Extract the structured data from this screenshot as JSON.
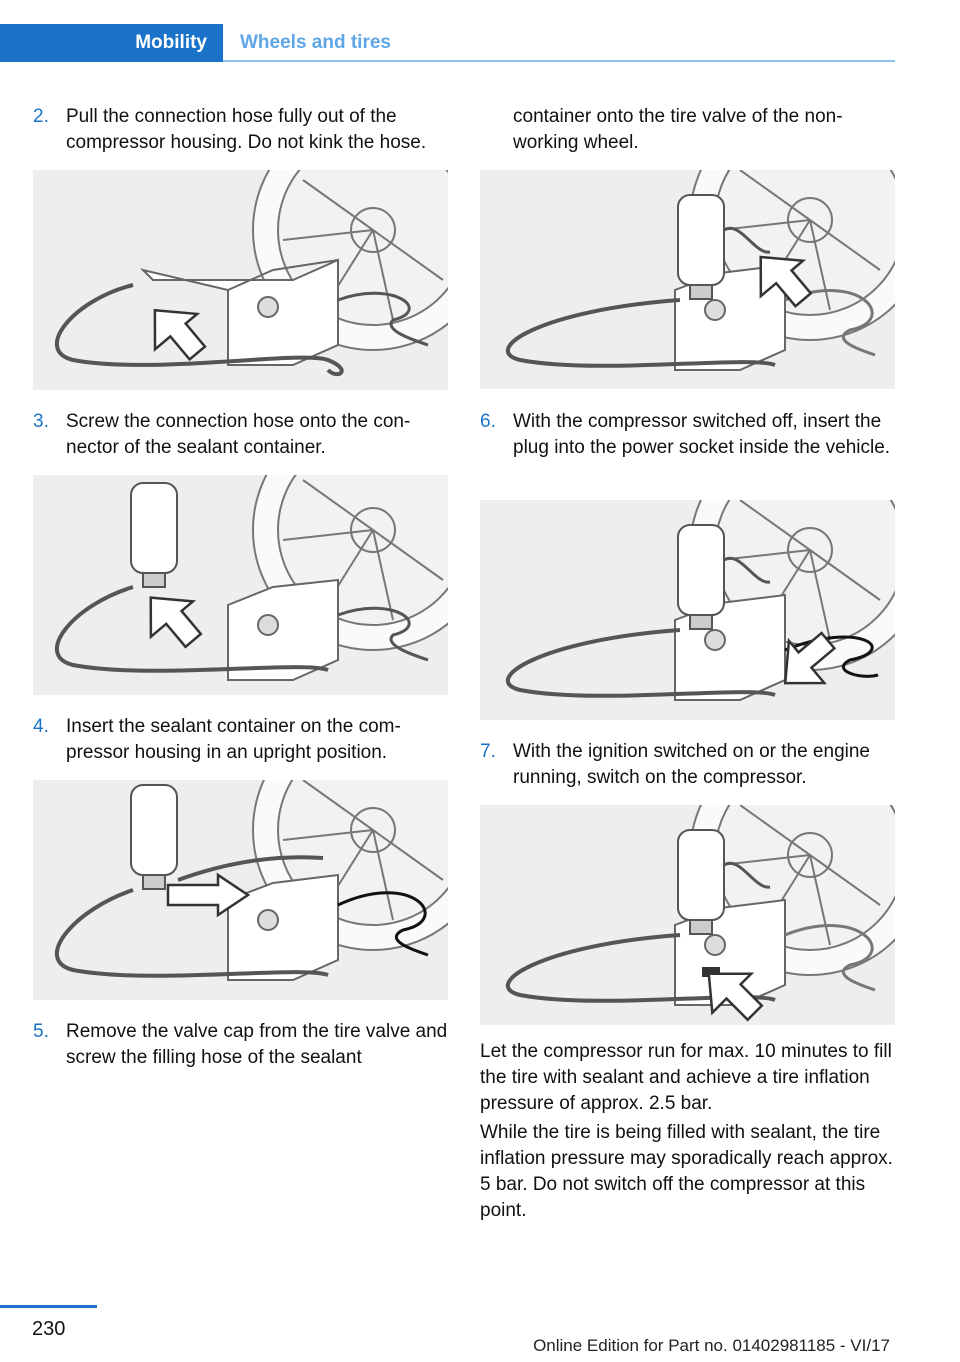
{
  "header": {
    "section": "Mobility",
    "subsection": "Wheels and tires"
  },
  "steps": [
    {
      "num": "2.",
      "text": "Pull the connection hose fully out of the compressor housing. Do not kink the hose."
    },
    {
      "num": "3.",
      "text": "Screw the connection hose onto the con­nector of the sealant container."
    },
    {
      "num": "4.",
      "text": "Insert the sealant container on the com­pressor housing in an upright position."
    },
    {
      "num": "5.",
      "text": "Remove the valve cap from the tire valve and screw the filling hose of the sealant"
    },
    {
      "num": "",
      "text": "container onto the tire valve of the non-working wheel."
    },
    {
      "num": "6.",
      "text": "With the compressor switched off, insert the plug into the power socket inside the vehicle."
    },
    {
      "num": "7.",
      "text": "With the ignition switched on or the engine running, switch on the compressor."
    }
  ],
  "paragraphs": [
    "Let the compressor run for max. 10 minutes to fill the tire with sealant and achieve a tire infla­tion pressure of approx. 2.5 bar.",
    "While the tire is being filled with sealant, the tire inflation pressure may sporadically reach approx. 5 bar. Do not switch off the compres­sor at this point."
  ],
  "footer": {
    "page": "230",
    "edition": "Online Edition for Part no. 01402981185 - VI/17"
  }
}
